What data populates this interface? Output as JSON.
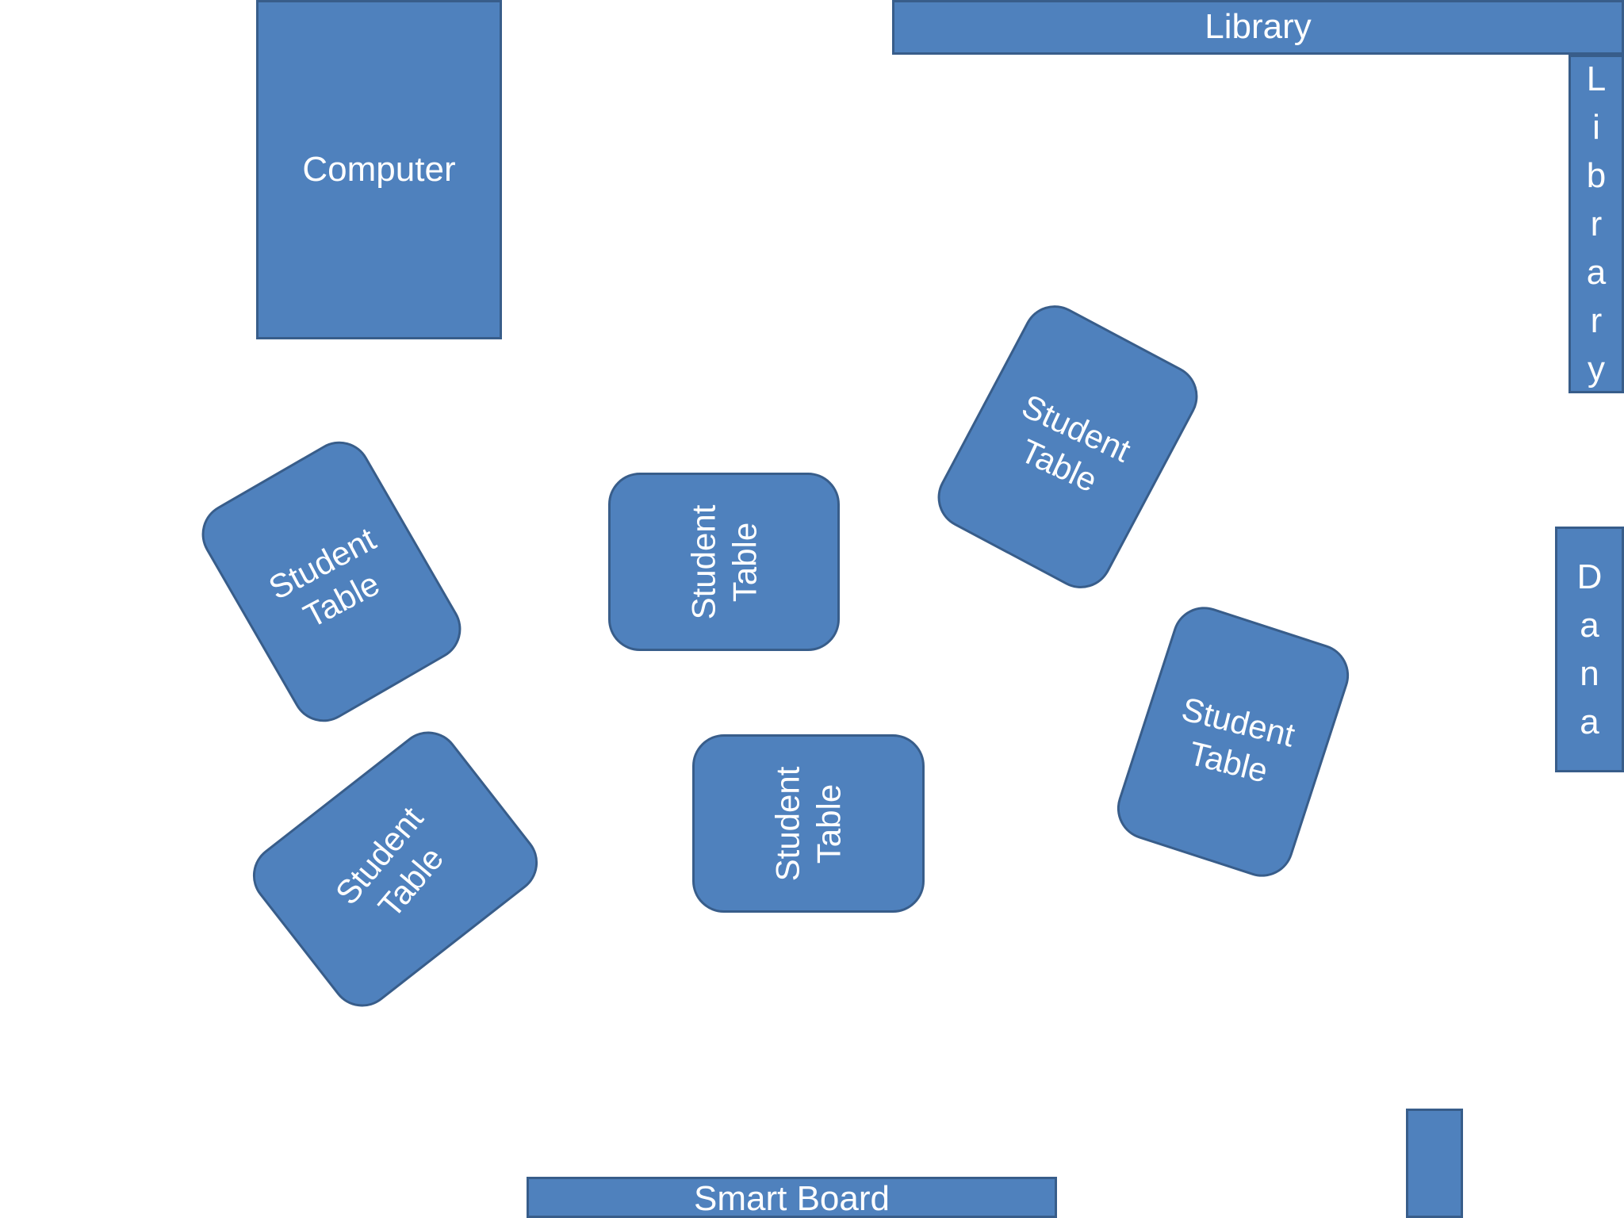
{
  "labels": {
    "computer": "Computer",
    "library_top": "Library",
    "library_side": [
      "L",
      "i",
      "b",
      "r",
      "a",
      "r",
      "y"
    ],
    "dana": [
      "D",
      "a",
      "n",
      "a"
    ],
    "smart_board": "Smart Board",
    "student_table": [
      "Student",
      "Table"
    ]
  },
  "colors": {
    "shape_fill": "#4f81bd",
    "shape_border": "#385d8a",
    "text": "#ffffff",
    "background": "#ffffff"
  }
}
